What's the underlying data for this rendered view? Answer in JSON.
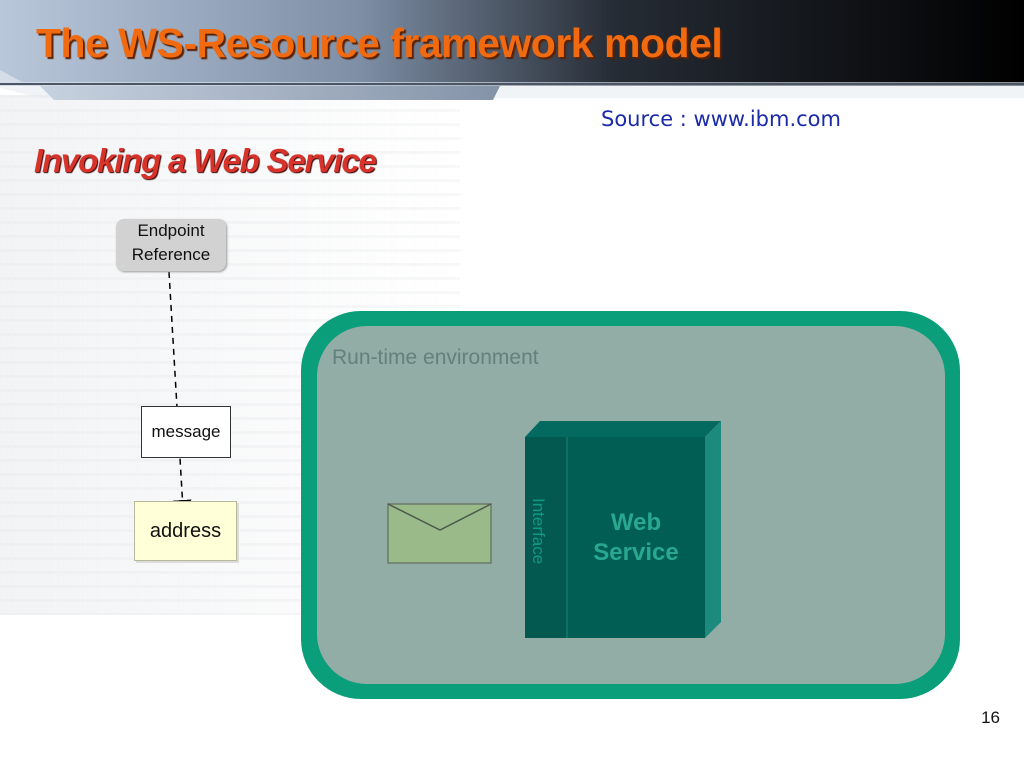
{
  "slide": {
    "title": "The WS-Resource framework model",
    "source": "Source : www.ibm.com",
    "subtitle": "Invoking a Web Service",
    "page_number": "16"
  },
  "diagram": {
    "endpoint_reference": {
      "line1": "Endpoint",
      "line2": "Reference"
    },
    "message_label": "message",
    "address_label": "address",
    "runtime_environment_label": "Run-time environment",
    "interface_label": "Interface",
    "web_service": {
      "line1": "Web",
      "line2": "Service"
    }
  },
  "colors": {
    "title": "#f26a0f",
    "subtitle": "#d7332a",
    "source_link": "#1a2aa8",
    "runtime_outer": "#0a9e7a",
    "runtime_inner": "#92aca6",
    "web_service_box": "#005e55",
    "envelope": "#9aba8a"
  }
}
